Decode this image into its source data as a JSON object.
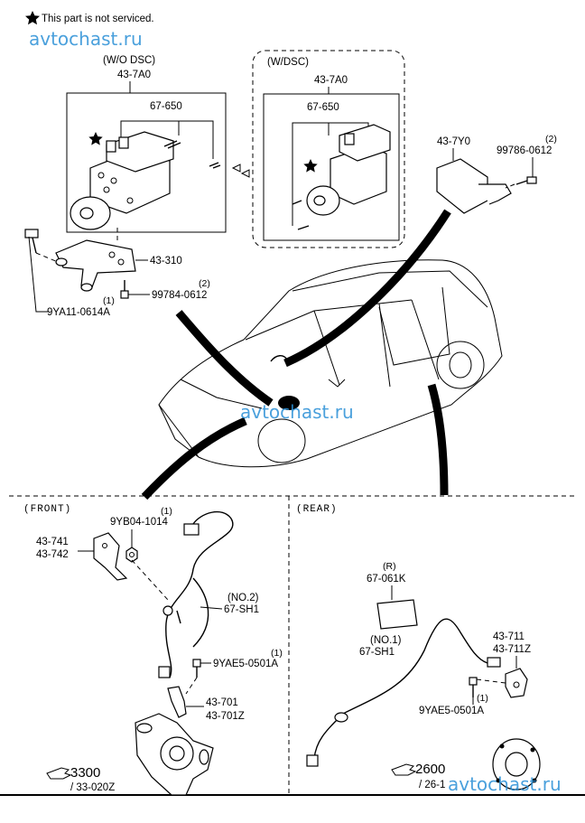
{
  "note": "This part is not serviced.",
  "watermarks": [
    "avtochast.ru",
    "avtochast.ru",
    "avtochast.ru"
  ],
  "abs_wo_dsc": {
    "variant": "(W/O DSC)",
    "unit": "43-7A0",
    "valve": "67-650",
    "bracket": "43-310",
    "screw_qty": "(2)",
    "screw": "99784-0612",
    "bolt_qty": "(1)",
    "bolt": "9YA11-0614A"
  },
  "abs_w_dsc": {
    "variant": "(W/DSC)",
    "unit": "43-7A0",
    "valve": "67-650"
  },
  "control_unit": {
    "part": "43-7Y0",
    "screw_qty": "(2)",
    "screw": "99786-0612"
  },
  "front": {
    "section": "(FRONT)",
    "nut_qty": "(1)",
    "nut": "9YB04-1014",
    "cover_a": "43-741",
    "cover_b": "43-742",
    "harness_no": "(NO.2)",
    "harness": "67-SH1",
    "bolt_qty": "(1)",
    "bolt": "9YAE5-0501A",
    "sensor_a": "43-701",
    "sensor_b": "43-701Z",
    "ref_group": "3300",
    "ref_sub": "/ 33-020Z"
  },
  "rear": {
    "section": "(REAR)",
    "label_qty": "(R)",
    "label": "67-061K",
    "harness_no": "(NO.1)",
    "harness": "67-SH1",
    "sensor_a": "43-711",
    "sensor_b": "43-711Z",
    "bolt_qty": "(1)",
    "bolt": "9YAE5-0501A",
    "ref_group": "2600",
    "ref_sub": "/ 26-1"
  }
}
